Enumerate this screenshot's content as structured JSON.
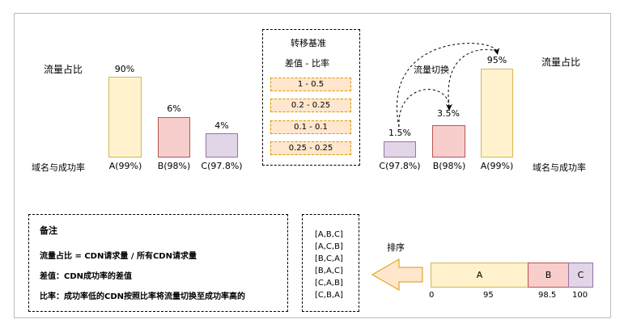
{
  "left_chart": {
    "ylabel": "流量占比",
    "xlabel": "域名与成功率",
    "bars": [
      {
        "category": "A(99%)",
        "share": "90%"
      },
      {
        "category": "B(98%)",
        "share": "6%"
      },
      {
        "category": "C(97.8%)",
        "share": "4%"
      }
    ]
  },
  "right_chart": {
    "ylabel": "流量占比",
    "xlabel": "域名与成功率",
    "switch_label": "流量切换",
    "bars": [
      {
        "category": "C(97.8%)",
        "share": "1.5%"
      },
      {
        "category": "B(98%)",
        "share": "3.5%"
      },
      {
        "category": "A(99%)",
        "share": "95%"
      }
    ]
  },
  "transfer_basis": {
    "title": "转移基准",
    "subtitle": "差值 - 比率",
    "rows": [
      "1 - 0.5",
      "0.2 - 0.25",
      "0.1 - 0.1",
      "0.25 - 0.25"
    ]
  },
  "notes": {
    "title": "备注",
    "lines": [
      "流量占比 = CDN请求量 / 所有CDN请求量",
      "差值：CDN成功率的差值",
      "比率：成功率低的CDN按照比率将流量切换至成功率高的"
    ]
  },
  "permutations": [
    "[A,B,C]",
    "[A,C,B]",
    "[B,C,A]",
    "[B,A,C]",
    "[C,A,B]",
    "[C,B,A]"
  ],
  "sort_label": "排序",
  "segments": [
    {
      "name": "A",
      "color": "#fff2cc",
      "border": "#d6b656"
    },
    {
      "name": "B",
      "color": "#f8cecc",
      "border": "#b85450"
    },
    {
      "name": "C",
      "color": "#e1d5e7",
      "border": "#9673a6"
    }
  ],
  "ticks": [
    "0",
    "95",
    "98.5",
    "100"
  ],
  "colors": {
    "arrow_fill": "#ffe6cc",
    "arrow_stroke": "#d79b00"
  }
}
